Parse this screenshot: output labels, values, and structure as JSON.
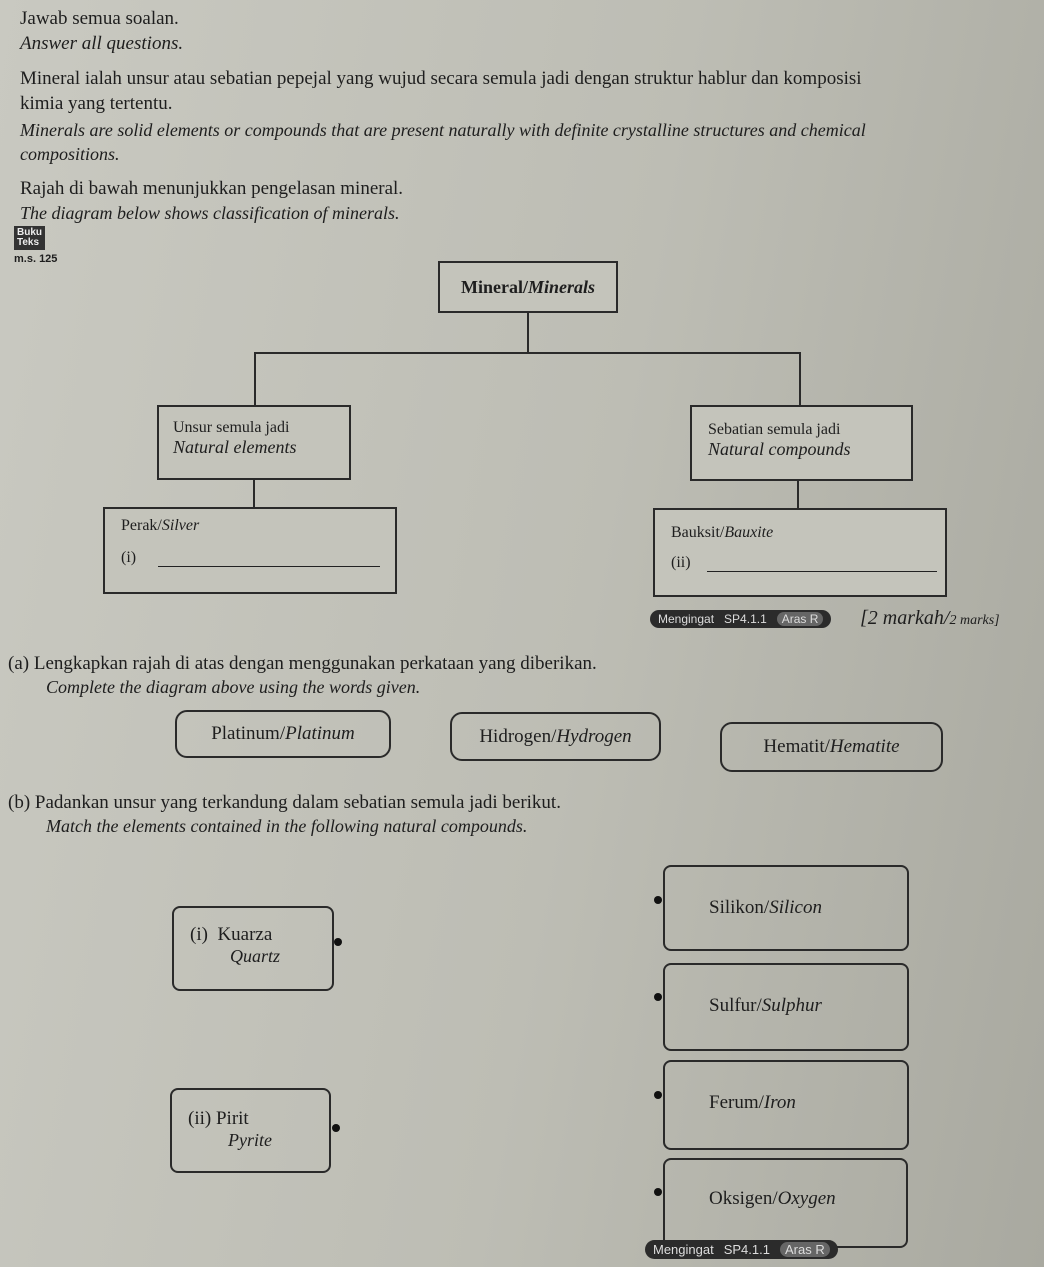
{
  "intro": {
    "ms": "Jawab semua soalan.",
    "en": "Answer all questions."
  },
  "definition": {
    "ms": "Mineral ialah unsur atau sebatian pepejal yang wujud secara semula jadi dengan struktur hablur dan komposisi",
    "ms2": "kimia yang tertentu.",
    "en": "Minerals are solid elements or compounds that are present naturally with definite crystalline structures and chemical",
    "en2": "compositions."
  },
  "diagram_intro": {
    "ms": "Rajah di bawah menunjukkan pengelasan mineral.",
    "en": "The diagram below shows classification of minerals."
  },
  "textbook": {
    "label1": "Buku",
    "label2": "Teks",
    "page": "m.s. 125"
  },
  "diagram": {
    "root": {
      "ms": "Mineral/",
      "en": "Minerals"
    },
    "left": {
      "ms": "Unsur semula jadi",
      "en": "Natural elements"
    },
    "right": {
      "ms": "Sebatian semula jadi",
      "en": "Natural compounds"
    },
    "left_leaf": {
      "ms": "Perak/",
      "en": "Silver",
      "blank": "(i)"
    },
    "right_leaf": {
      "ms": "Bauksit/",
      "en": "Bauxite",
      "blank": "(ii)"
    }
  },
  "badge1": {
    "a": "Mengingat",
    "b": "SP4.1.1",
    "c": "Aras R",
    "marks_ms": "[2 markah/",
    "marks_en": "2 marks]"
  },
  "part_a": {
    "ms": "(a) Lengkapkan rajah di atas dengan menggunakan perkataan yang diberikan.",
    "en": "Complete the diagram above using the words given.",
    "words": [
      {
        "ms": "Platinum/",
        "en": "Platinum"
      },
      {
        "ms": "Hidrogen/",
        "en": "Hydrogen"
      },
      {
        "ms": "Hematit/",
        "en": "Hematite"
      }
    ]
  },
  "part_b": {
    "ms": "(b) Padankan unsur yang terkandung dalam sebatian semula jadi berikut.",
    "en": "Match the elements contained in the following natural compounds.",
    "compounds": [
      {
        "num": "(i)",
        "ms": "Kuarza",
        "en": "Quartz"
      },
      {
        "num": "(ii)",
        "ms": "Pirit",
        "en": "Pyrite"
      }
    ],
    "elements": [
      {
        "ms": "Silikon/",
        "en": "Silicon"
      },
      {
        "ms": "Sulfur/",
        "en": "Sulphur"
      },
      {
        "ms": "Ferum/",
        "en": "Iron"
      },
      {
        "ms": "Oksigen/",
        "en": "Oxygen"
      }
    ]
  },
  "badge2": {
    "a": "Mengingat",
    "b": "SP4.1.1",
    "c": "Aras R"
  }
}
